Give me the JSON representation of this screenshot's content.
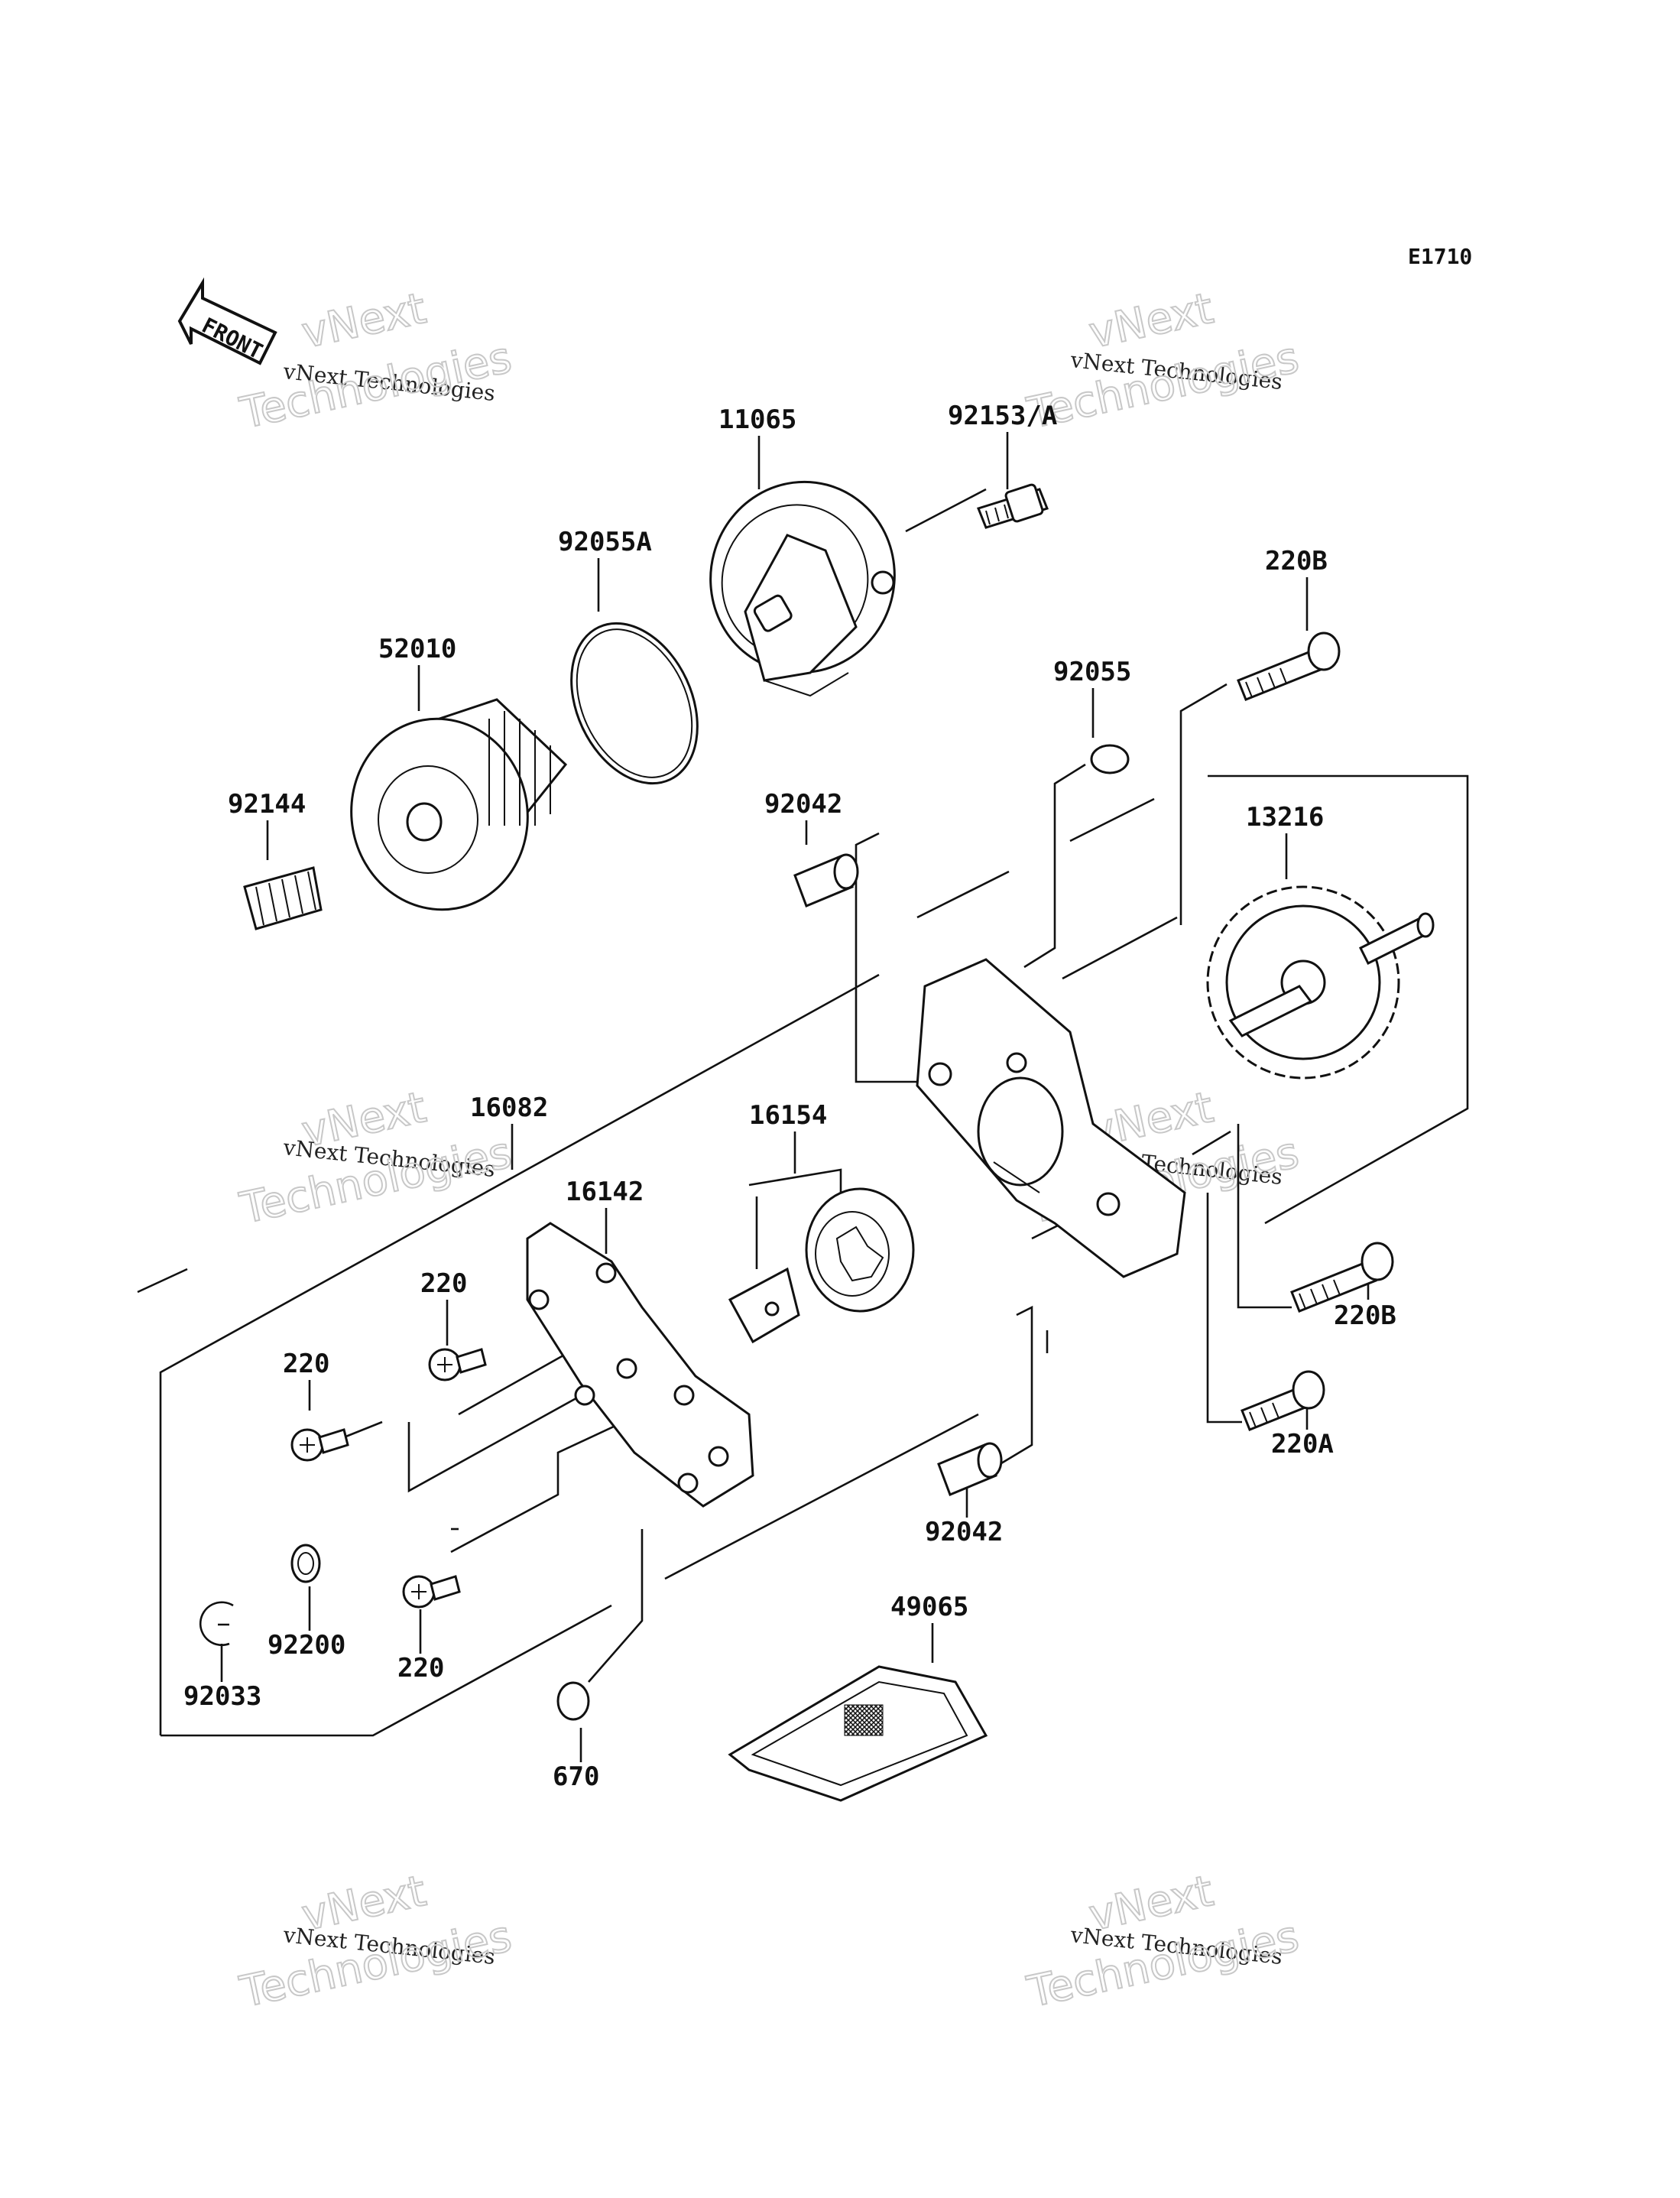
{
  "diagram_code": "E1710",
  "front_marker": "FRONT",
  "watermark": {
    "top": "vNext",
    "middle": "vNext Technologies",
    "bottom": "Technologies"
  },
  "part_labels": {
    "p11065": "11065",
    "p92153A": "92153/A",
    "p92055A": "92055A",
    "p220B_top": "220B",
    "p52010": "52010",
    "p92055": "92055",
    "p92144": "92144",
    "p92042_top": "92042",
    "p13216": "13216",
    "p16082": "16082",
    "p16154": "16154",
    "p16142": "16142",
    "p220_a": "220",
    "p220_b": "220",
    "p220B_bottom": "220B",
    "p220A": "220A",
    "p92042_bottom": "92042",
    "p49065": "49065",
    "p92200": "92200",
    "p220_c": "220",
    "p92033": "92033",
    "p670": "670"
  }
}
